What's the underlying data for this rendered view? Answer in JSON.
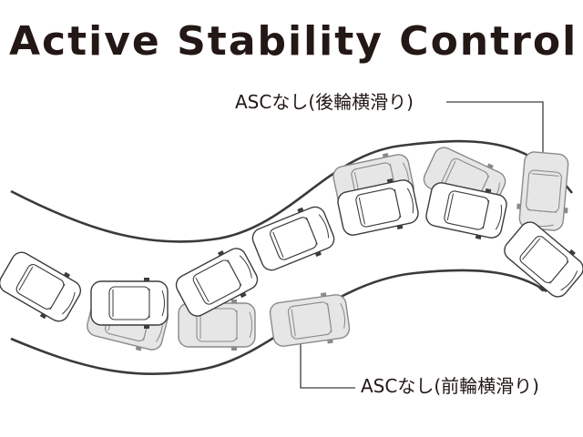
{
  "title": "Active Stability Control",
  "callouts": {
    "rear_slip": "ASCなし(後輪横滑り)",
    "front_slip": "ASCなし(前輪横滑り)"
  },
  "colors": {
    "text": "#231815",
    "road_line": "#3a3a3a",
    "car_outline": "#3c3c3c",
    "car_ghost_outline": "#8a8a8a",
    "car_fill": "#ffffff",
    "car_ghost_fill": "#e6e6e6"
  }
}
